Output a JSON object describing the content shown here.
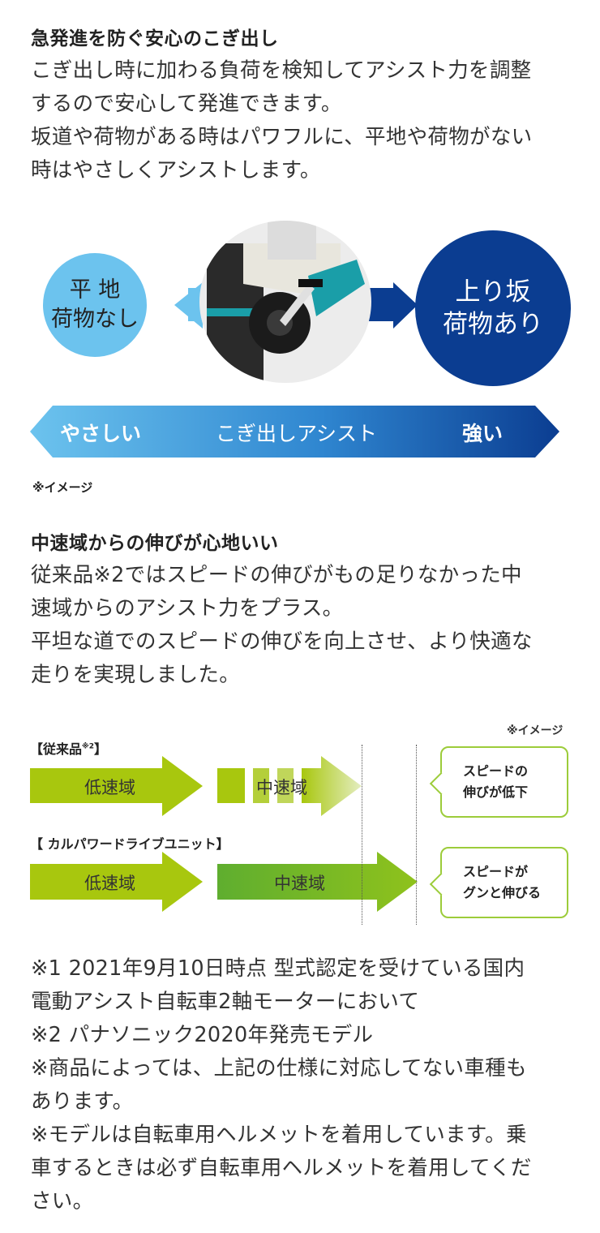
{
  "section1": {
    "heading": "急発進を防ぐ安心のこぎ出し",
    "lines": [
      "こぎ出し時に加わる負荷を検知してアシスト力を調整",
      "するので安心して発進できます。",
      "坂道や荷物がある時はパワフルに、平地や荷物がない",
      "時はやさしくアシストします。"
    ],
    "diagram": {
      "left_circle": [
        "平 地",
        "荷物なし"
      ],
      "right_circle": [
        "上り坂",
        "荷物あり"
      ],
      "bar_left": "やさしい",
      "bar_center": "こぎ出しアシスト",
      "bar_right": "強い",
      "note": "※イメージ",
      "colors": {
        "light": "#6cc3ee",
        "dark": "#0b3d91"
      }
    }
  },
  "section2": {
    "heading": "中速域からの伸びが心地いい",
    "lines": [
      "従来品※2ではスピードの伸びがもの足りなかった中",
      "速域からのアシスト力をプラス。",
      "平坦な道でのスピードの伸びを向上させ、より快適な",
      "走りを実現しました。"
    ],
    "diagram": {
      "note": "※イメージ",
      "row1_label": "【従来品",
      "row1_label_sup": "※2",
      "row1_label_end": "】",
      "row1_low": "低速域",
      "row1_mid": "中速域",
      "row1_bubble": [
        "スピードの",
        "伸びが低下"
      ],
      "row2_label": "【 カルパワードライブユニット】",
      "row2_low": "低速域",
      "row2_mid": "中速域",
      "row2_bubble": [
        "スピードが",
        "グンと伸びる"
      ],
      "colors": {
        "lime": "#a8c70e",
        "green": "#6cb52d"
      }
    }
  },
  "notes": [
    "※1 2021年9月10日時点 型式認定を受けている国内",
    "電動アシスト自転車2軸モーターにおいて",
    "※2 パナソニック2020年発売モデル",
    "※商品によっては、上記の仕様に対応してない車種も",
    "あります。",
    "※モデルは自転車用ヘルメットを着用しています。乗",
    "車するときは必ず自転車用ヘルメットを着用してくだ",
    "さい。"
  ]
}
